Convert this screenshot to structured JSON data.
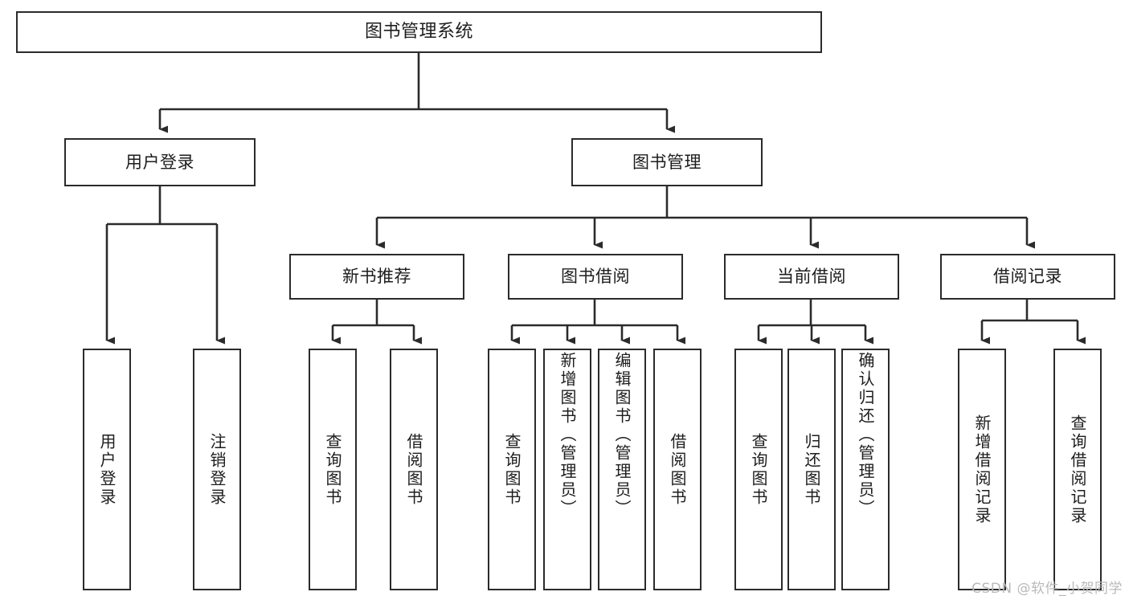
{
  "diagram": {
    "title": "图书管理系统",
    "type": "tree-hierarchy",
    "watermark": "CSDN @软件_小贺同学",
    "colors": {
      "box_border": "#2b2b2b",
      "box_fill": "#ffffff",
      "edge": "#2b2b2b",
      "text": "#1d1d1d",
      "watermark": "#b9b9b9",
      "background": "#ffffff"
    },
    "root": {
      "id": "root",
      "label": "图书管理系统"
    },
    "level2": [
      {
        "id": "user-login",
        "label": "用户登录"
      },
      {
        "id": "book-manage",
        "label": "图书管理"
      }
    ],
    "level3": [
      {
        "id": "new-book-rec",
        "label": "新书推荐",
        "parent": "book-manage"
      },
      {
        "id": "book-borrow",
        "label": "图书借阅",
        "parent": "book-manage"
      },
      {
        "id": "current-borrow",
        "label": "当前借阅",
        "parent": "book-manage"
      },
      {
        "id": "borrow-record",
        "label": "借阅记录",
        "parent": "book-manage"
      }
    ],
    "leaves": [
      {
        "id": "leaf-user-login",
        "label": "用户登录",
        "parent": "user-login"
      },
      {
        "id": "leaf-logout",
        "label": "注销登录",
        "parent": "user-login"
      },
      {
        "id": "leaf-query-book-1",
        "label": "查询图书",
        "parent": "new-book-rec"
      },
      {
        "id": "leaf-borrow-book-1",
        "label": "借阅图书",
        "parent": "new-book-rec"
      },
      {
        "id": "leaf-query-book-2",
        "label": "查询图书",
        "parent": "book-borrow"
      },
      {
        "id": "leaf-add-book",
        "label": "新增图书（管理员）",
        "parent": "book-borrow"
      },
      {
        "id": "leaf-edit-book",
        "label": "编辑图书（管理员）",
        "parent": "book-borrow"
      },
      {
        "id": "leaf-borrow-book-2",
        "label": "借阅图书",
        "parent": "book-borrow"
      },
      {
        "id": "leaf-query-book-3",
        "label": "查询图书",
        "parent": "current-borrow"
      },
      {
        "id": "leaf-return-book",
        "label": "归还图书",
        "parent": "current-borrow"
      },
      {
        "id": "leaf-confirm-return",
        "label": "确认归还（管理员）",
        "parent": "current-borrow"
      },
      {
        "id": "leaf-add-record",
        "label": "新增借阅记录",
        "parent": "borrow-record"
      },
      {
        "id": "leaf-query-record",
        "label": "查询借阅记录",
        "parent": "borrow-record"
      }
    ]
  }
}
